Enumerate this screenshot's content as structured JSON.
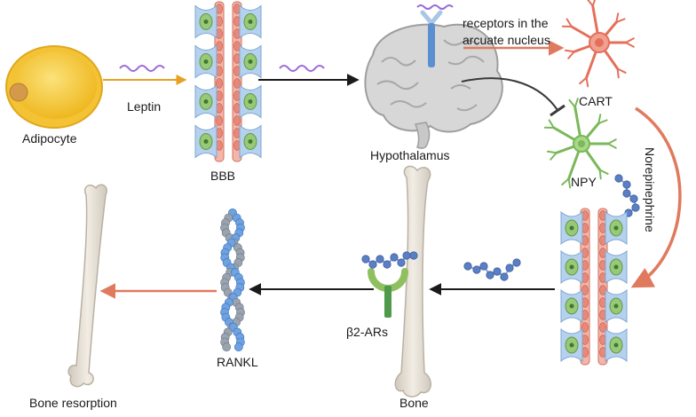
{
  "labels": {
    "adipocyte": "Adipocyte",
    "leptin": "Leptin",
    "bbb": "BBB",
    "hypothalamus": "Hypothalamus",
    "receptors_line1": "receptors in the",
    "receptors_line2": "arcuate nucleus",
    "cart": "CART",
    "npy": "NPY",
    "norepinephrine": "Norepinephrine",
    "beta2_ars": "β2-ARs",
    "bone": "Bone",
    "rankl": "RANKL",
    "bone_resorption": "Bone resorption"
  },
  "colors": {
    "adipocyte_fill": "#f5cf3c",
    "adipocyte_nucleus": "#d49a4a",
    "leptin_wave": "#9b6bd6",
    "leptin_arrow": "#e8a020",
    "red_cell": "#e88878",
    "endothelial": "#b6d1ee",
    "pericyte_green": "#98c878",
    "brain_gray": "#bdbdbd",
    "receptor_blue": "#5b8fd0",
    "cart_neuron": "#f0a090",
    "npy_neuron": "#a8d888",
    "orange_arrow": "#e07a5f",
    "ne_molecule": "#5b7fc4",
    "beta2_green": "#8fc060",
    "bone_ivory": "#e6e0d6",
    "rankl_blue": "#6fa2e0",
    "rankl_gray": "#9aa4b0"
  }
}
